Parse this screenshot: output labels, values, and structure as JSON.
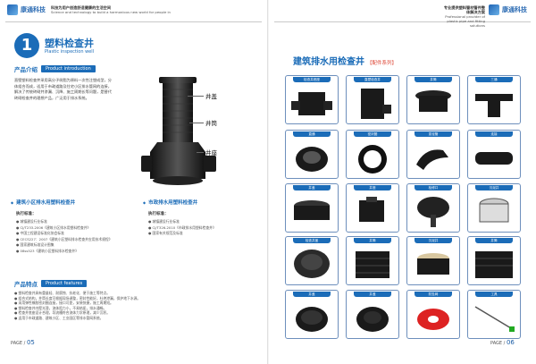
{
  "left": {
    "brand": "康通科技",
    "tagline_cn": "科技为用户创造舒适健康的生活空间",
    "tagline_en": "Science and technology to build a harmonious new world for people in",
    "badge_number": "1",
    "title": "塑料检查井",
    "title_en": "Plastic inspection well",
    "intro_cn": "产品介绍",
    "intro_en": "Product introduction",
    "intro_text": [
      "直壁塑料检查井采用高分子树脂为原料一次性注塑成型，分",
      "体组合而成，适用于市政道路及住宅小区排水管网的连接，",
      "解决了传统砖砌井渗漏、沉降、施工周期长等问题，是替代",
      "砖砌检查井的理想产品，广泛用于排水系统。"
    ],
    "callouts": {
      "top": "井盖",
      "middle": "井筒",
      "bottom": "井座"
    },
    "section1": {
      "title": "建筑小区排水用塑料检查井",
      "std_label": "执行标准：",
      "items": [
        "城镇建设行业标准",
        "CJ/T233-2006《建筑小区排水用塑料检查井》",
        "中国工程建设标准化协会标准",
        "CECS227：2007《建筑小区塑料排水检查井应用技术规程》",
        "国家建筑标准设计图集",
        "08ss523《建筑小区塑料排水检查井》"
      ]
    },
    "section2": {
      "title": "市政排水用塑料检查井",
      "std_label": "执行标准：",
      "items": [
        "城镇建设行业标准",
        "CJ/T326-2010《市政排水用塑料检查井》",
        "国家有关规范及标准"
      ]
    },
    "features_cn": "产品特点",
    "features_en": "Product features",
    "features": [
      "塑料检查井具有重量轻、耐腐蚀、抗老化、便于施工等特点。",
      "组合式结构，井筒长度可根据现场调整，密封性能好，杜绝渗漏，保护地下水源。",
      "采用弹性橡胶密封圈连接，接口可靠，安装快捷，施工周期短。",
      "塑料检查井内壁光滑，流体阻力小，不易结垢，排水通畅。",
      "检查井底座设计合理，导流槽符合流体力学原理，减少沉积。",
      "适用于市政道路、建筑小区、工业园区等排水管网系统。"
    ],
    "page": "05"
  },
  "right": {
    "brand": "康通科技",
    "tagline_cn": "专业提供塑料管材管件整体解决方案",
    "tagline_en": "Professional provider of plastic pipe and fitting solutions",
    "title": "建筑排水用检查井",
    "series": "【配件系列】",
    "products": [
      "检查井底座",
      "直壁检查井",
      "井筒",
      "三通",
      "直通",
      "密封圈",
      "变径管",
      "连接",
      "井盖",
      "井座",
      "检修口",
      "沉泥井",
      "检查井盖",
      "井筒",
      "沉泥井",
      "井筒",
      "井盖",
      "井盖",
      "防坠网",
      "工具"
    ],
    "page": "06"
  },
  "colors": {
    "accent": "#1b6cb8",
    "series": "#dd4433"
  }
}
